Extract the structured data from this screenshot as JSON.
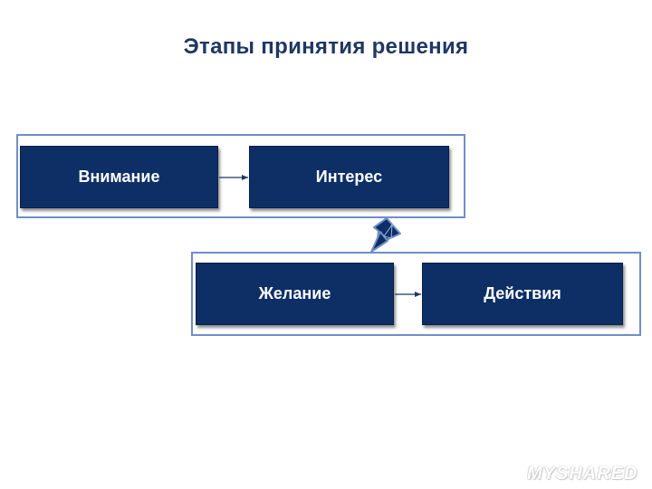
{
  "slide": {
    "title": "Этапы принятия решения"
  },
  "stages": [
    {
      "label": "Внимание"
    },
    {
      "label": "Интерес"
    },
    {
      "label": "Желание"
    },
    {
      "label": "Действия"
    }
  ],
  "colors": {
    "title": "#1f3864",
    "stage_fill": "#0d2f66",
    "group_border": "#6f8fc7",
    "connector": "#1f3864",
    "down_arrow_fill": "#0d2f66",
    "down_arrow_outline": "#6f8fc7"
  },
  "watermark": {
    "text": "MYSHARED"
  }
}
